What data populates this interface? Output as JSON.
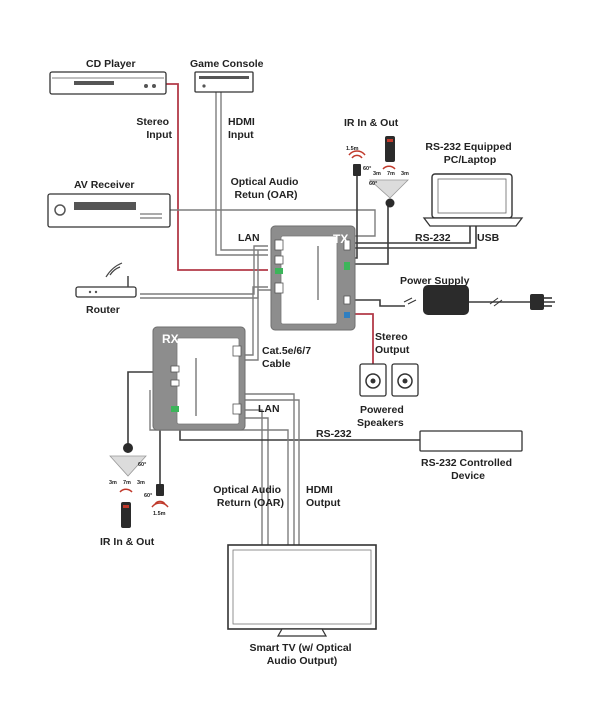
{
  "labels": {
    "cd_player": "CD Player",
    "game_console": "Game Console",
    "stereo_input": [
      "Stereo",
      "Input"
    ],
    "hdmi_input": [
      "HDMI",
      "Input"
    ],
    "ir_top": "IR In & Out",
    "rs232_pc": [
      "RS-232 Equipped",
      "PC/Laptop"
    ],
    "av_receiver": "AV Receiver",
    "oar_top": [
      "Optical Audio",
      "Retun (OAR)"
    ],
    "lan_top": "LAN",
    "tx": "TX",
    "rs232_top": "RS-232",
    "usb": "USB",
    "router": "Router",
    "power_supply": "Power Supply",
    "rx": "RX",
    "cable": [
      "Cat.5e/6/7",
      "Cable"
    ],
    "stereo_output": [
      "Stereo",
      "Output"
    ],
    "powered_speakers": [
      "Powered",
      "Speakers"
    ],
    "lan_bottom": "LAN",
    "rs232_bottom": "RS-232",
    "rs232_device": [
      "RS-232 Controlled",
      "Device"
    ],
    "oar_bottom": [
      "Optical Audio",
      "Return (OAR)"
    ],
    "hdmi_output": [
      "HDMI",
      "Output"
    ],
    "ir_bottom": "IR In & Out",
    "smart_tv": [
      "Smart TV (w/ Optical",
      "Audio Output)"
    ]
  },
  "ir_ranges": {
    "top": {
      "short": "1.5m",
      "angle": "60°",
      "left": "3m",
      "center": "7m",
      "right": "3m"
    },
    "bottom": {
      "short": "1.5m",
      "angle": "60°",
      "left": "3m",
      "center": "7m",
      "right": "3m"
    }
  },
  "colors": {
    "cable_grey": "#7d7d7d",
    "cable_dark": "#3c3c3c",
    "cable_red": "#b23a48",
    "extender_grey": "#8d8d8d",
    "ir_red": "#c0392b",
    "port_green": "#3cb55a"
  }
}
